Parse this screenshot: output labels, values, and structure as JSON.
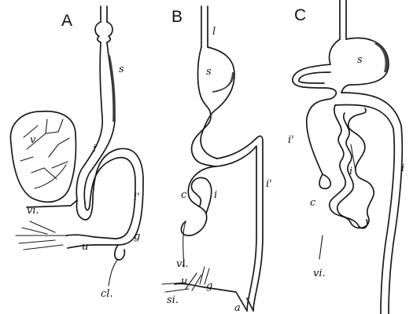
{
  "panels": [
    {
      "letter": "A",
      "labels": {
        "s": "s",
        "i": "i",
        "i_prime": "i'",
        "v": "v",
        "vi": "vi.",
        "g": "g",
        "u": "u",
        "cl": "cl."
      }
    },
    {
      "letter": "B",
      "labels": {
        "l": "l",
        "s": "s",
        "c": "c",
        "i": "i",
        "i_prime": "i'",
        "vi": "vi.",
        "u": "u",
        "g": "g",
        "si": "si.",
        "a": "a"
      }
    },
    {
      "letter": "C",
      "labels": {
        "s": "s",
        "i_prime": "i'",
        "i_inner": "i",
        "i_outer": "i",
        "c": "c",
        "vi": "vi."
      }
    }
  ]
}
